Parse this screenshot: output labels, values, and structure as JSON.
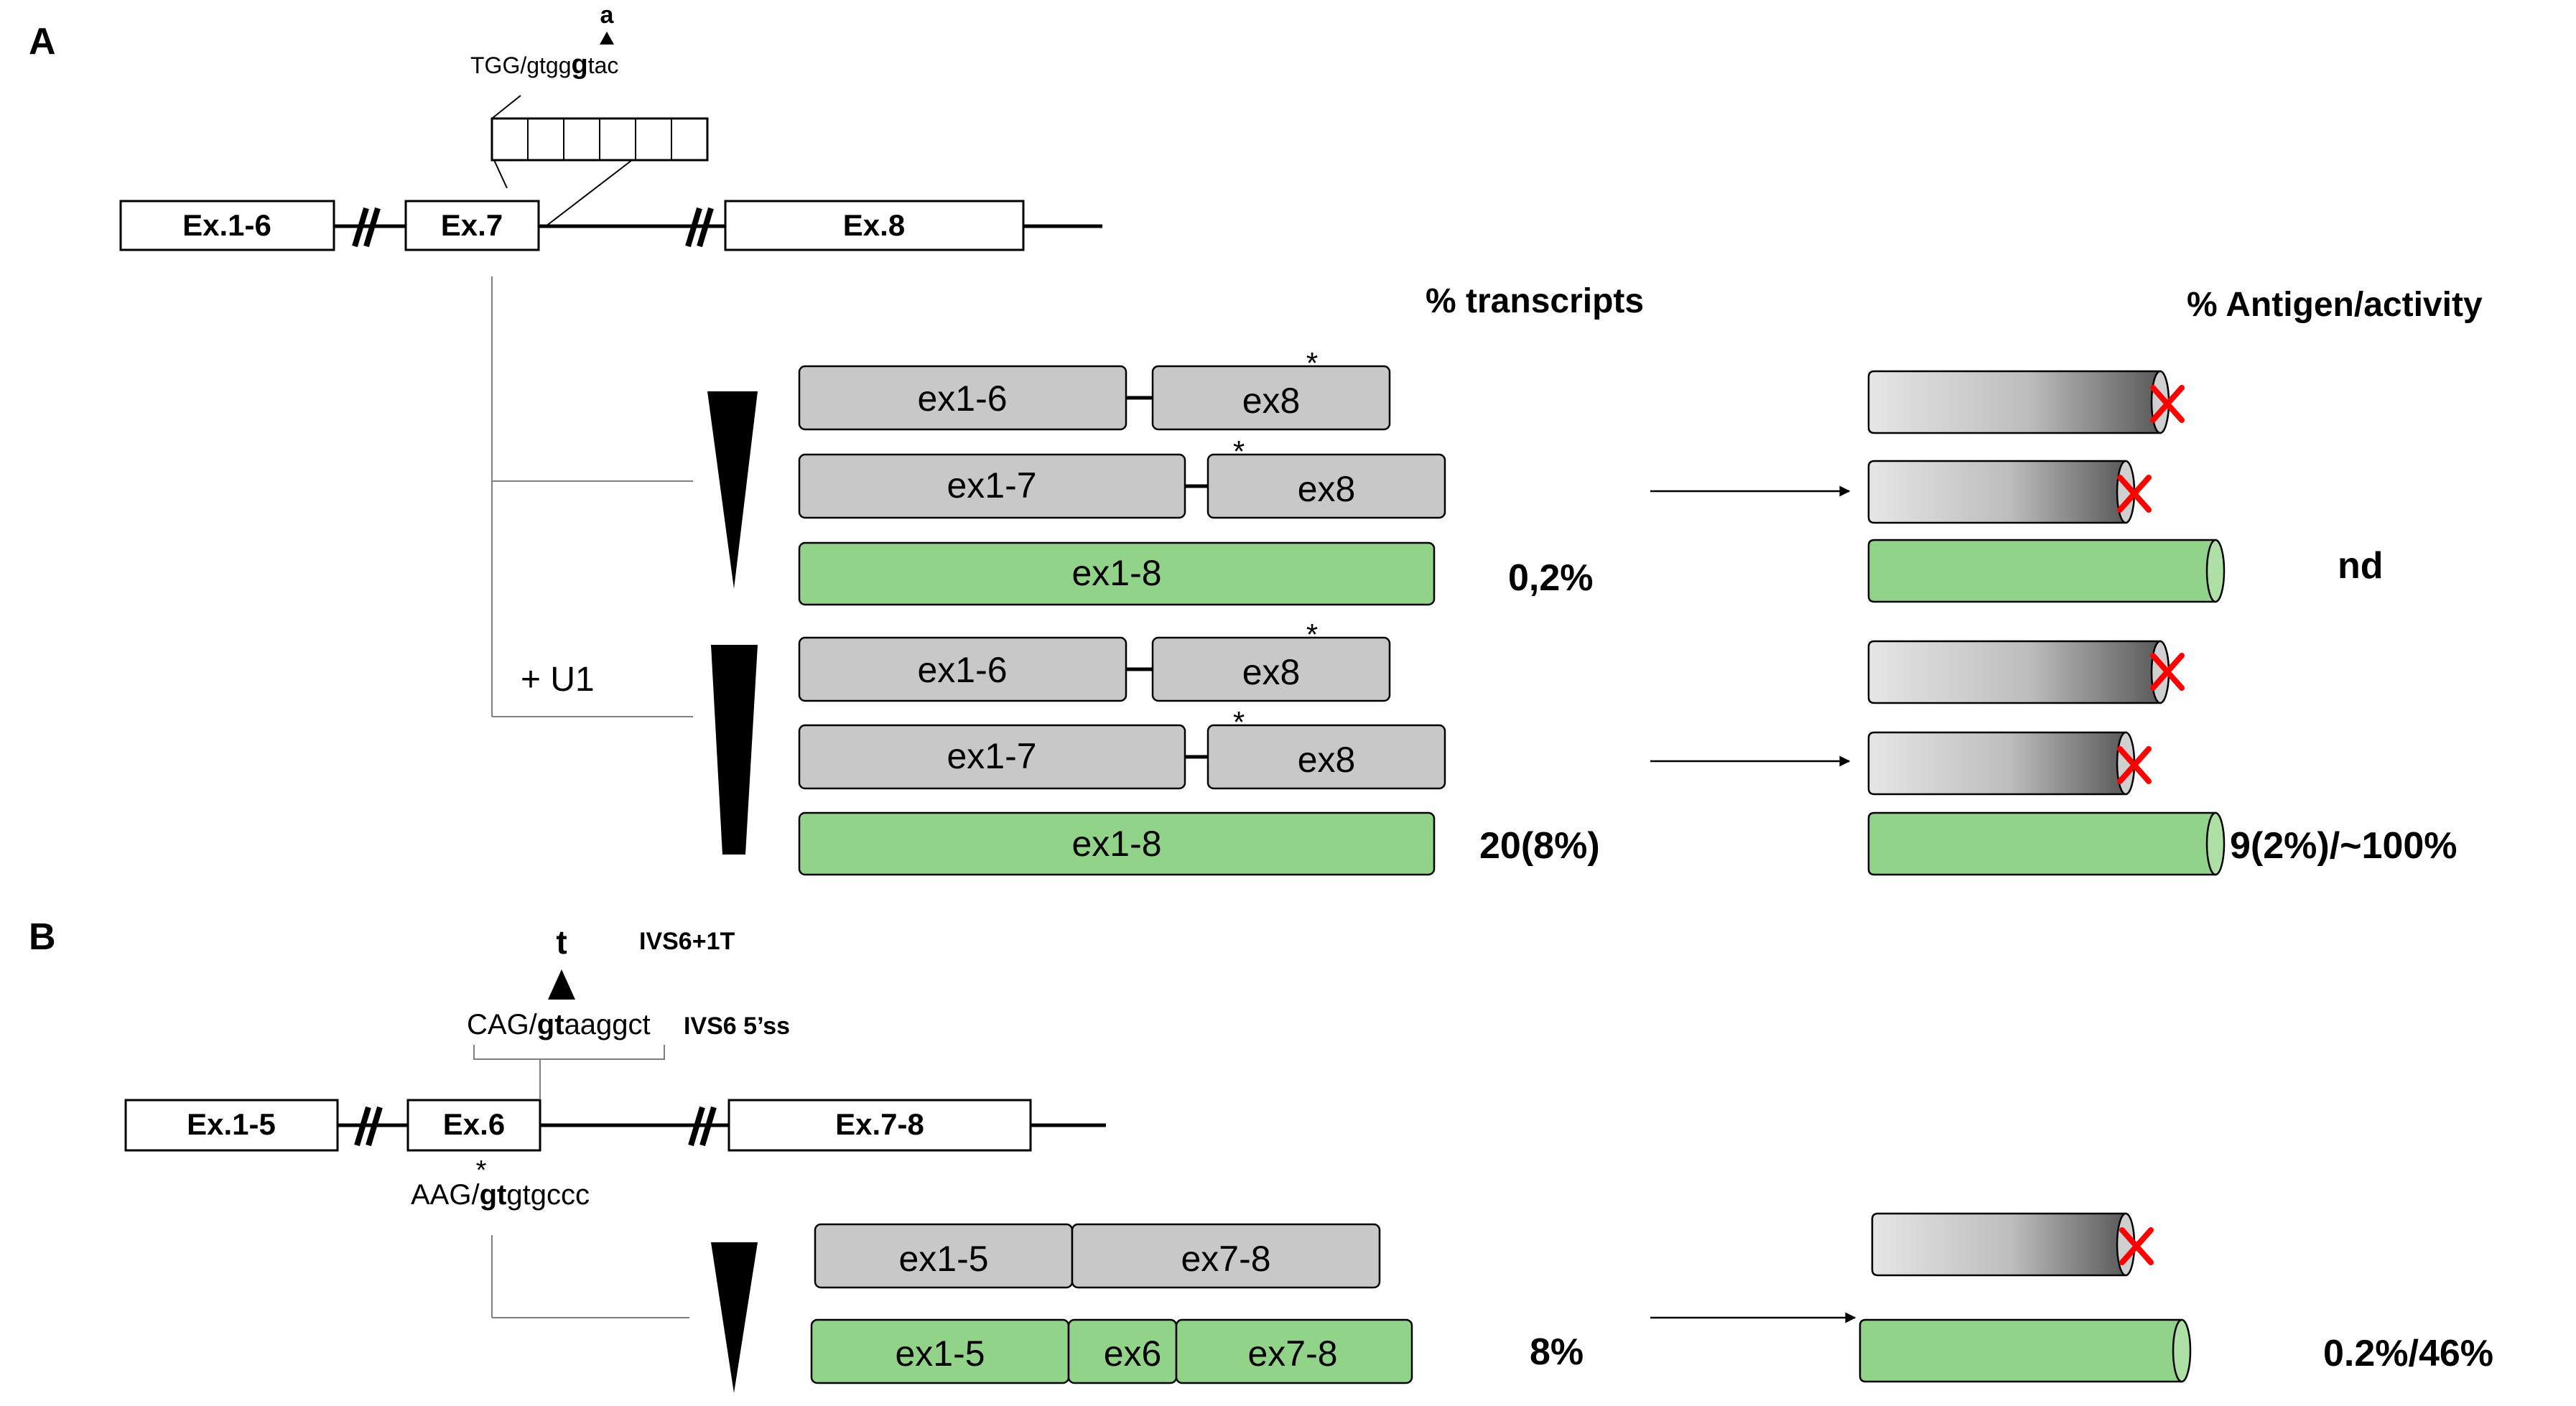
{
  "panel_a": {
    "letter": "A",
    "seq_prefix": "TGG/gtgg",
    "seq_mut": "g",
    "seq_suffix": "tac",
    "mutation": "a",
    "exons": [
      "Ex.1-6",
      "Ex.7",
      "Ex.8"
    ],
    "transcripts_header": "% transcripts",
    "antigen_header": "% Antigen/activity",
    "u1_label": "+   U1",
    "group1": {
      "rows": [
        {
          "left": "ex1-6",
          "right": "ex8"
        },
        {
          "left": "ex1-7",
          "right": "ex8"
        },
        {
          "full": "ex1-8"
        }
      ],
      "percent": "0,2%",
      "antigen": "nd"
    },
    "group2": {
      "rows": [
        {
          "left": "ex1-6",
          "right": "ex8"
        },
        {
          "left": "ex1-7",
          "right": "ex8"
        },
        {
          "full": "ex1-8"
        }
      ],
      "percent": "20(8%)",
      "antigen": "9(2%)/~100%"
    },
    "asterisk": "*"
  },
  "panel_b": {
    "letter": "B",
    "mutation": "t",
    "ivs_label": "IVS6+1T",
    "seq_prefix": "CAG/",
    "seq_bold": "gt",
    "seq_suffix": "aaggct",
    "ss_label": "IVS6 5’ss",
    "cryptic_prefix": "AAG/",
    "cryptic_bold": "gt",
    "cryptic_suffix": "gtgccc",
    "asterisk": "*",
    "exons": [
      "Ex.1-5",
      "Ex.6",
      "Ex.7-8"
    ],
    "rows": [
      {
        "left": "ex1-5",
        "right": "ex7-8"
      },
      {
        "left": "ex1-5",
        "mid": "ex6",
        "right": "ex7-8"
      }
    ],
    "percent": "8%",
    "antigen": "0.2%/46%"
  },
  "colors": {
    "grey_box": "#c8c8c8",
    "green_box": "#92d38a",
    "error_mark": "#ff0000"
  },
  "icons": [
    "x-mark-icon",
    "arrow-right-icon",
    "wedge-icon",
    "break-mark-icon"
  ]
}
